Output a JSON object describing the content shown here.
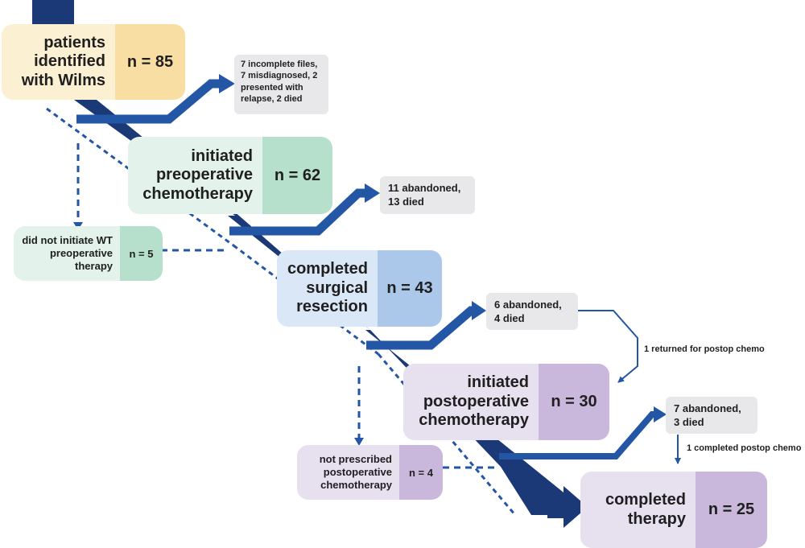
{
  "colors": {
    "main_flow": "#1b3877",
    "arrow": "#2456a6",
    "yellow_light": "#fcf0d3",
    "yellow_dark": "#f8dea3",
    "green_light": "#e3f2ea",
    "green_dark": "#b6e0cb",
    "blue_light": "#d9e7f7",
    "blue_dark": "#abc8ea",
    "purple_light": "#e7e0ef",
    "purple_dark": "#c9b8db",
    "note_bg": "#e8e8ea"
  },
  "nodes": {
    "identified": {
      "label": "patients identified with Wilms",
      "count": "n = 85"
    },
    "preop": {
      "label": "initiated preoperative chemotherapy",
      "count": "n = 62"
    },
    "no_preop": {
      "label": "did not initiate WT preoperative therapy",
      "count": "n = 5"
    },
    "surgery": {
      "label": "completed surgical resection",
      "count": "n = 43"
    },
    "postop": {
      "label": "initiated postoperative chemotherapy",
      "count": "n = 30"
    },
    "no_postop": {
      "label": "not prescribed postoperative chemotherapy",
      "count": "n = 4"
    },
    "completed": {
      "label": "completed therapy",
      "count": "n = 25"
    }
  },
  "exclusions": {
    "after_identified": "7 incomplete files, 7 misdiagnosed, 2 presented with relapse, 2 died",
    "after_preop": "11 abandoned, 13 died",
    "after_surgery": "6 abandoned, 4 died",
    "after_postop": "7 abandoned, 3 died"
  },
  "side_labels": {
    "returned": "1 returned for postop chemo",
    "completed_postop": "1 completed postop chemo"
  }
}
